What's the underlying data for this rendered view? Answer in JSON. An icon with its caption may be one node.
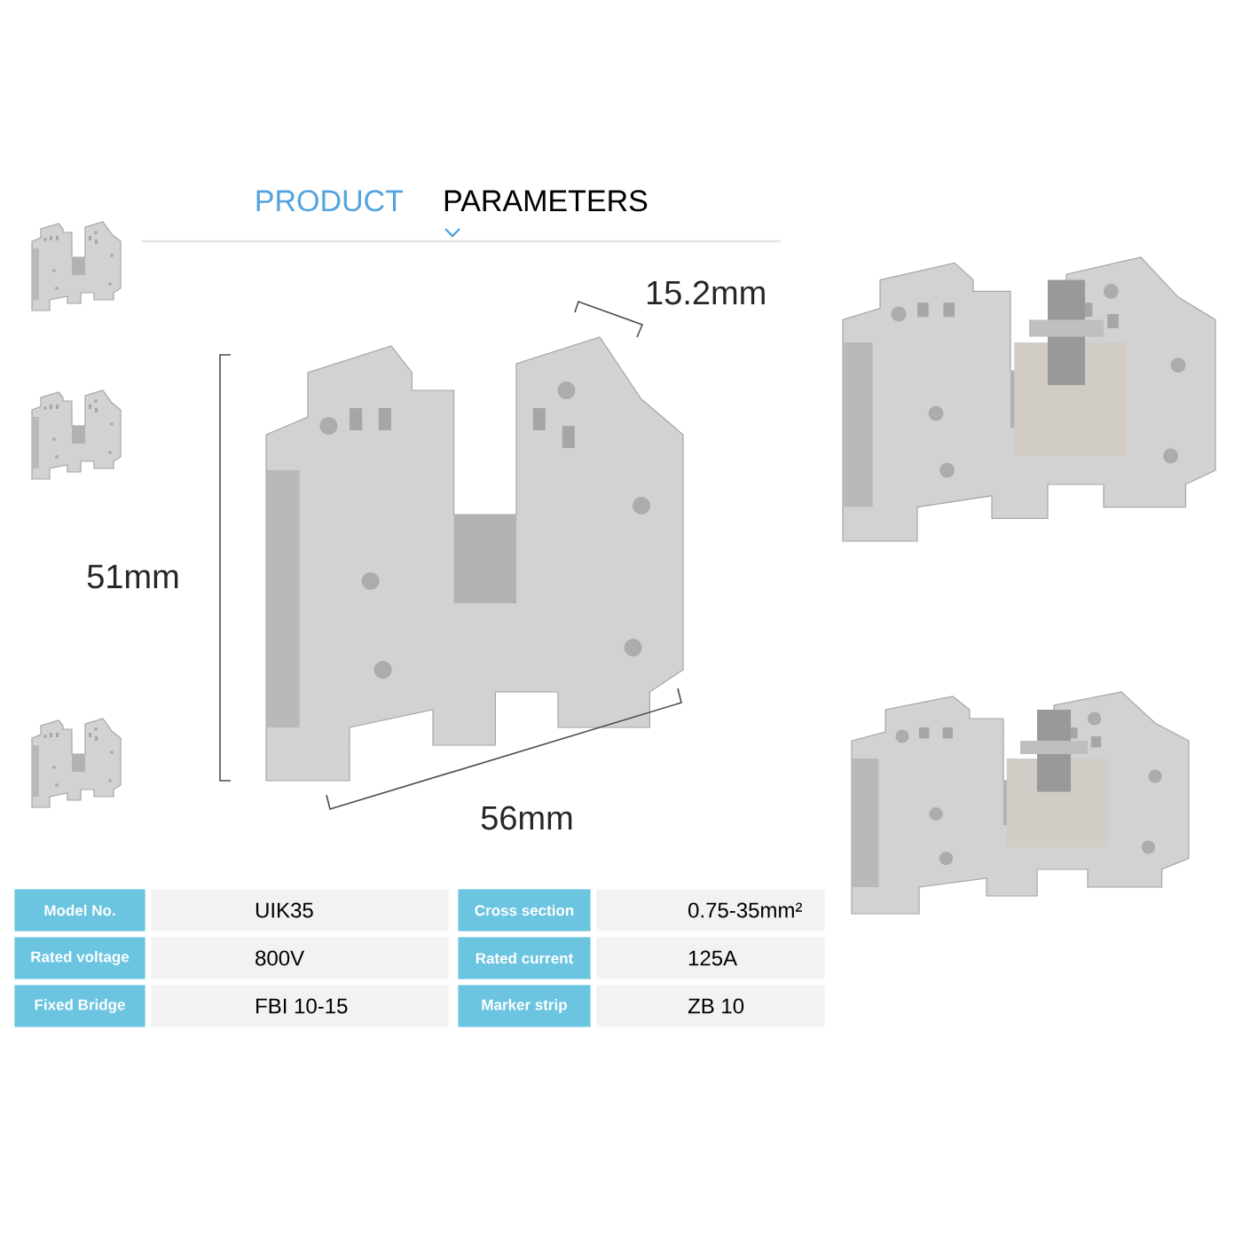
{
  "diagram": {
    "labels": [
      "PRODUCT",
      "PARAMETERS",
      "15.2mm",
      "51mm",
      "56mm",
      "Model No.",
      "UIK35",
      "Cross section",
      "0.75-35mm²",
      "Rated voltage",
      "800V",
      "Rated current",
      "125A",
      "Fixed Bridge",
      "FBI 10-15",
      "Marker strip",
      "ZB 10"
    ]
  }
}
